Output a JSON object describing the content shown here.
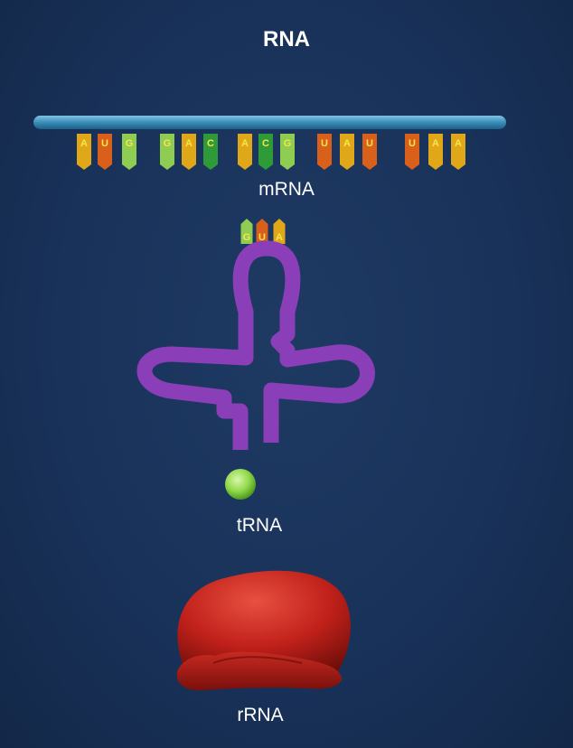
{
  "title": "RNA",
  "labels": {
    "mrna": "mRNA",
    "trna": "tRNA",
    "rrna": "rRNA"
  },
  "mrna_bases": [
    "A",
    "U",
    "G",
    "G",
    "A",
    "C",
    "A",
    "C",
    "G",
    "U",
    "A",
    "U",
    "U",
    "A",
    "A"
  ],
  "anticodon": [
    "G",
    "U",
    "A"
  ],
  "colors": {
    "A": "#e0a818",
    "U": "#d9601a",
    "G": "#8fcc52",
    "C": "#2f9a38",
    "backbone": "#3a8db8",
    "trna": "#8a3fb8",
    "amino_acid": "#8fd84a",
    "ribosome": "#c0201a",
    "background": "#19325a"
  }
}
